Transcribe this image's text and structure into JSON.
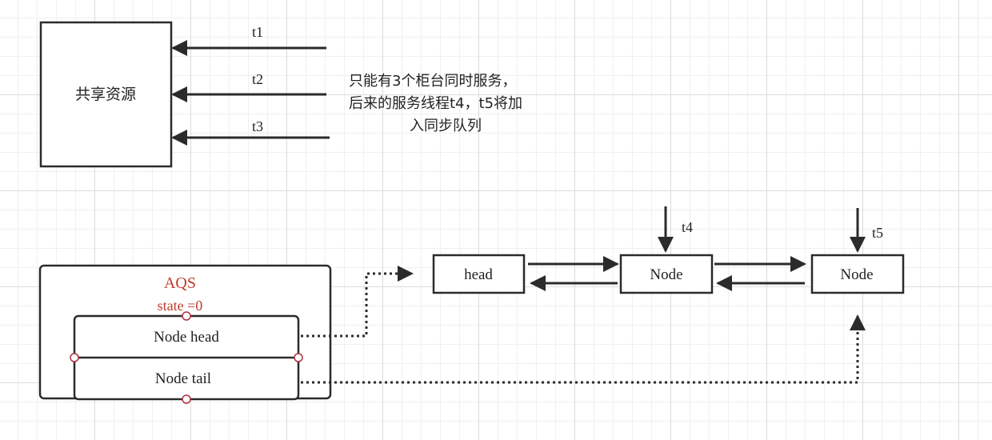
{
  "shared_resource": {
    "label": "共享资源"
  },
  "threads": {
    "t1": "t1",
    "t2": "t2",
    "t3": "t3",
    "t4": "t4",
    "t5": "t5"
  },
  "note": {
    "line1": "只能有3个柜台同时服务，",
    "line2": "后来的服务线程t4，t5将加",
    "line3": "入同步队列"
  },
  "aqs": {
    "title": "AQS",
    "state": "state =0",
    "head_field": "Node head",
    "tail_field": "Node tail"
  },
  "queue": {
    "head": "head",
    "node1": "Node",
    "node2": "Node"
  },
  "colors": {
    "stroke": "#2b2b2b",
    "aqs_text": "#c0392b",
    "handle": "#b03040"
  }
}
